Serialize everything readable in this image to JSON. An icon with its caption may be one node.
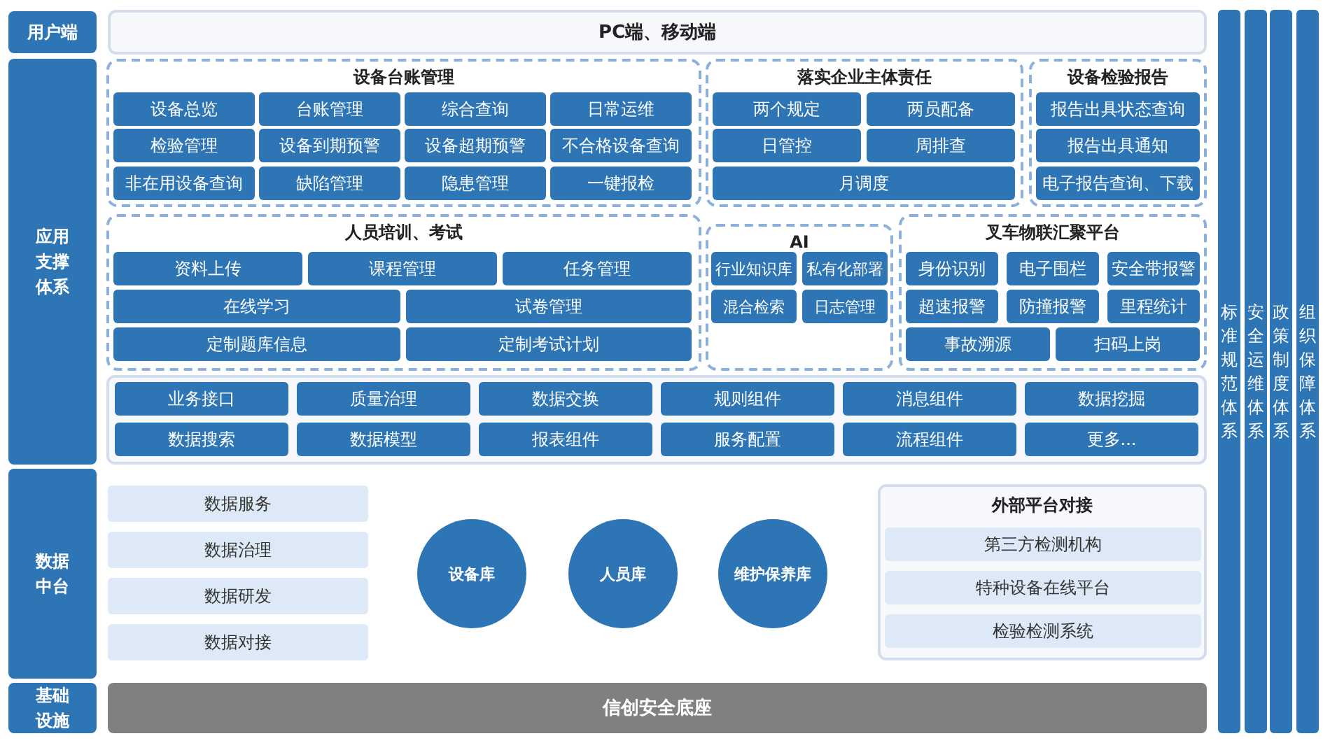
{
  "diagram": {
    "nodes": [
      {
        "text": [
          "用户端"
        ]
      },
      {
        "text": [
          "PC端、移动端"
        ]
      },
      {
        "text": [
          "应用支撑体系"
        ]
      },
      {
        "text": [
          "设备台账管理"
        ]
      },
      {
        "text": [
          "设备总览"
        ],
        "in": 3
      },
      {
        "text": [
          "台账管理"
        ],
        "in": 3
      },
      {
        "text": [
          "综合查询"
        ],
        "in": 3
      },
      {
        "text": [
          "日常运维"
        ],
        "in": 3
      },
      {
        "text": [
          "检验管理"
        ],
        "in": 3
      },
      {
        "text": [
          "设备到期预警"
        ],
        "in": 3
      },
      {
        "text": [
          "设备超期预警"
        ],
        "in": 3
      },
      {
        "text": [
          "不合格设备查询"
        ],
        "in": 3
      },
      {
        "text": [
          "非在用设备查询"
        ],
        "in": 3
      },
      {
        "text": [
          "缺陷管理"
        ],
        "in": 3
      },
      {
        "text": [
          "隐患管理"
        ],
        "in": 3
      },
      {
        "text": [
          "一键报检"
        ],
        "in": 3
      },
      {
        "text": [
          "落实企业主体责任"
        ]
      },
      {
        "text": [
          "两个规定"
        ],
        "in": 16
      },
      {
        "text": [
          "两员配备"
        ],
        "in": 16
      },
      {
        "text": [
          "日管控"
        ],
        "in": 16
      },
      {
        "text": [
          "周排查"
        ],
        "in": 16
      },
      {
        "text": [
          "月调度"
        ],
        "in": 16
      },
      {
        "text": [
          "设备检验报告"
        ]
      },
      {
        "text": [
          "报告出具状态查询"
        ],
        "in": 22
      },
      {
        "text": [
          "报告出具通知"
        ],
        "in": 22
      },
      {
        "text": [
          "电子报告查询、下载"
        ],
        "in": 22
      },
      {
        "text": [
          "人员培训、考试"
        ]
      },
      {
        "text": [
          "资料上传"
        ],
        "in": 26
      },
      {
        "text": [
          "课程管理"
        ],
        "in": 26
      },
      {
        "text": [
          "任务管理"
        ],
        "in": 26
      },
      {
        "text": [
          "在线学习"
        ],
        "in": 26
      },
      {
        "text": [
          "试卷管理"
        ],
        "in": 26
      },
      {
        "text": [
          "定制题库信息"
        ],
        "in": 26
      },
      {
        "text": [
          "定制考试计划"
        ],
        "in": 26
      },
      {
        "text": [
          "AI"
        ]
      },
      {
        "text": [
          "行业知识库"
        ],
        "in": 34
      },
      {
        "text": [
          "私有化部署"
        ],
        "in": 34
      },
      {
        "text": [
          "混合检索"
        ],
        "in": 34
      },
      {
        "text": [
          "日志管理"
        ],
        "in": 34
      },
      {
        "text": [
          "叉车物联汇聚平台"
        ]
      },
      {
        "text": [
          "身份识别"
        ],
        "in": 39
      },
      {
        "text": [
          "电子围栏"
        ],
        "in": 39
      },
      {
        "text": [
          "安全带报警"
        ],
        "in": 39
      },
      {
        "text": [
          "超速报警"
        ],
        "in": 39
      },
      {
        "text": [
          "防撞报警"
        ],
        "in": 39
      },
      {
        "text": [
          "里程统计"
        ],
        "in": 39
      },
      {
        "text": [
          "事故溯源"
        ],
        "in": 39
      },
      {
        "text": [
          "扫码上岗"
        ],
        "in": 39
      },
      {
        "text": [],
        "shape": "box"
      },
      {
        "text": [
          "业务接口"
        ],
        "in": 48
      },
      {
        "text": [
          "质量治理"
        ],
        "in": 48
      },
      {
        "text": [
          "数据交换"
        ],
        "in": 48
      },
      {
        "text": [
          "规则组件"
        ],
        "in": 48
      },
      {
        "text": [
          "消息组件"
        ],
        "in": 48
      },
      {
        "text": [
          "数据挖掘"
        ],
        "in": 48
      },
      {
        "text": [
          "数据搜索"
        ],
        "in": 48
      },
      {
        "text": [
          "数据模型"
        ],
        "in": 48
      },
      {
        "text": [
          "报表组件"
        ],
        "in": 48
      },
      {
        "text": [
          "服务配置"
        ],
        "in": 48
      },
      {
        "text": [
          "流程组件"
        ],
        "in": 48
      },
      {
        "text": [
          "更多..."
        ],
        "in": 48
      },
      {
        "text": [
          "数据中台"
        ]
      },
      {
        "text": [
          "数据服务"
        ]
      },
      {
        "text": [
          "数据治理"
        ]
      },
      {
        "text": [
          "数据研发"
        ]
      },
      {
        "text": [
          "数据对接"
        ]
      },
      {
        "text": [
          "设备库"
        ]
      },
      {
        "text": [
          "人员库"
        ]
      },
      {
        "text": [
          "维护保养库"
        ]
      },
      {
        "text": [
          "外部平台对接"
        ]
      },
      {
        "text": [
          "第三方检测机构"
        ],
        "in": 69
      },
      {
        "text": [
          "特种设备在线平台"
        ],
        "in": 69
      },
      {
        "text": [
          "检验检测系统"
        ],
        "in": 69
      },
      {
        "text": [
          "基础设施"
        ]
      },
      {
        "text": [
          "信创安全底座"
        ]
      },
      {
        "text": [
          "标准规范体系"
        ]
      },
      {
        "text": [
          "安全运维体系"
        ]
      },
      {
        "text": [
          "政策制度体系"
        ]
      },
      {
        "text": [
          "组织保障体系"
        ]
      }
    ]
  }
}
